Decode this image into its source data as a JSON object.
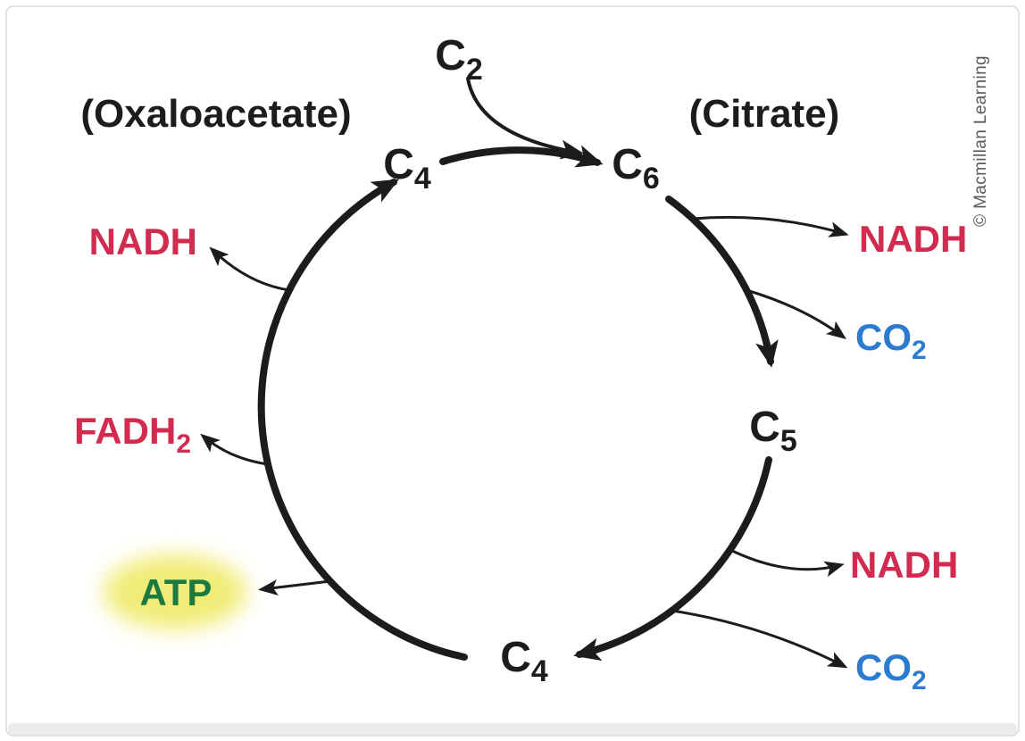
{
  "credit": "© Macmillan Learning",
  "cycle": {
    "intermediate_names": {
      "oxaloacetate": "(Oxaloacetate)",
      "citrate": "(Citrate)"
    },
    "nodes": {
      "c2": {
        "base": "C",
        "sub": "2"
      },
      "c4_top": {
        "base": "C",
        "sub": "4"
      },
      "c6": {
        "base": "C",
        "sub": "6"
      },
      "c5": {
        "base": "C",
        "sub": "5"
      },
      "c4_bottom": {
        "base": "C",
        "sub": "4"
      }
    },
    "outputs": {
      "nadh_upper_right": {
        "base": "NADH",
        "sub": ""
      },
      "co2_upper_right": {
        "base": "CO",
        "sub": "2"
      },
      "nadh_lower_right": {
        "base": "NADH",
        "sub": ""
      },
      "co2_lower_right": {
        "base": "CO",
        "sub": "2"
      },
      "nadh_left": {
        "base": "NADH",
        "sub": ""
      },
      "fadh2_left": {
        "base": "FADH",
        "sub": "2"
      },
      "atp": {
        "base": "ATP",
        "sub": ""
      }
    }
  },
  "colors": {
    "red_label": "#d12b50",
    "blue_label": "#2b7cd0",
    "green_label": "#1a7a40",
    "highlight_yellow": "#f1ec77",
    "line": "#1c1c1c",
    "credit_gray": "#5a5a5a",
    "card_border": "#d8d8d8",
    "bottom_strip": "#ebebeb"
  }
}
